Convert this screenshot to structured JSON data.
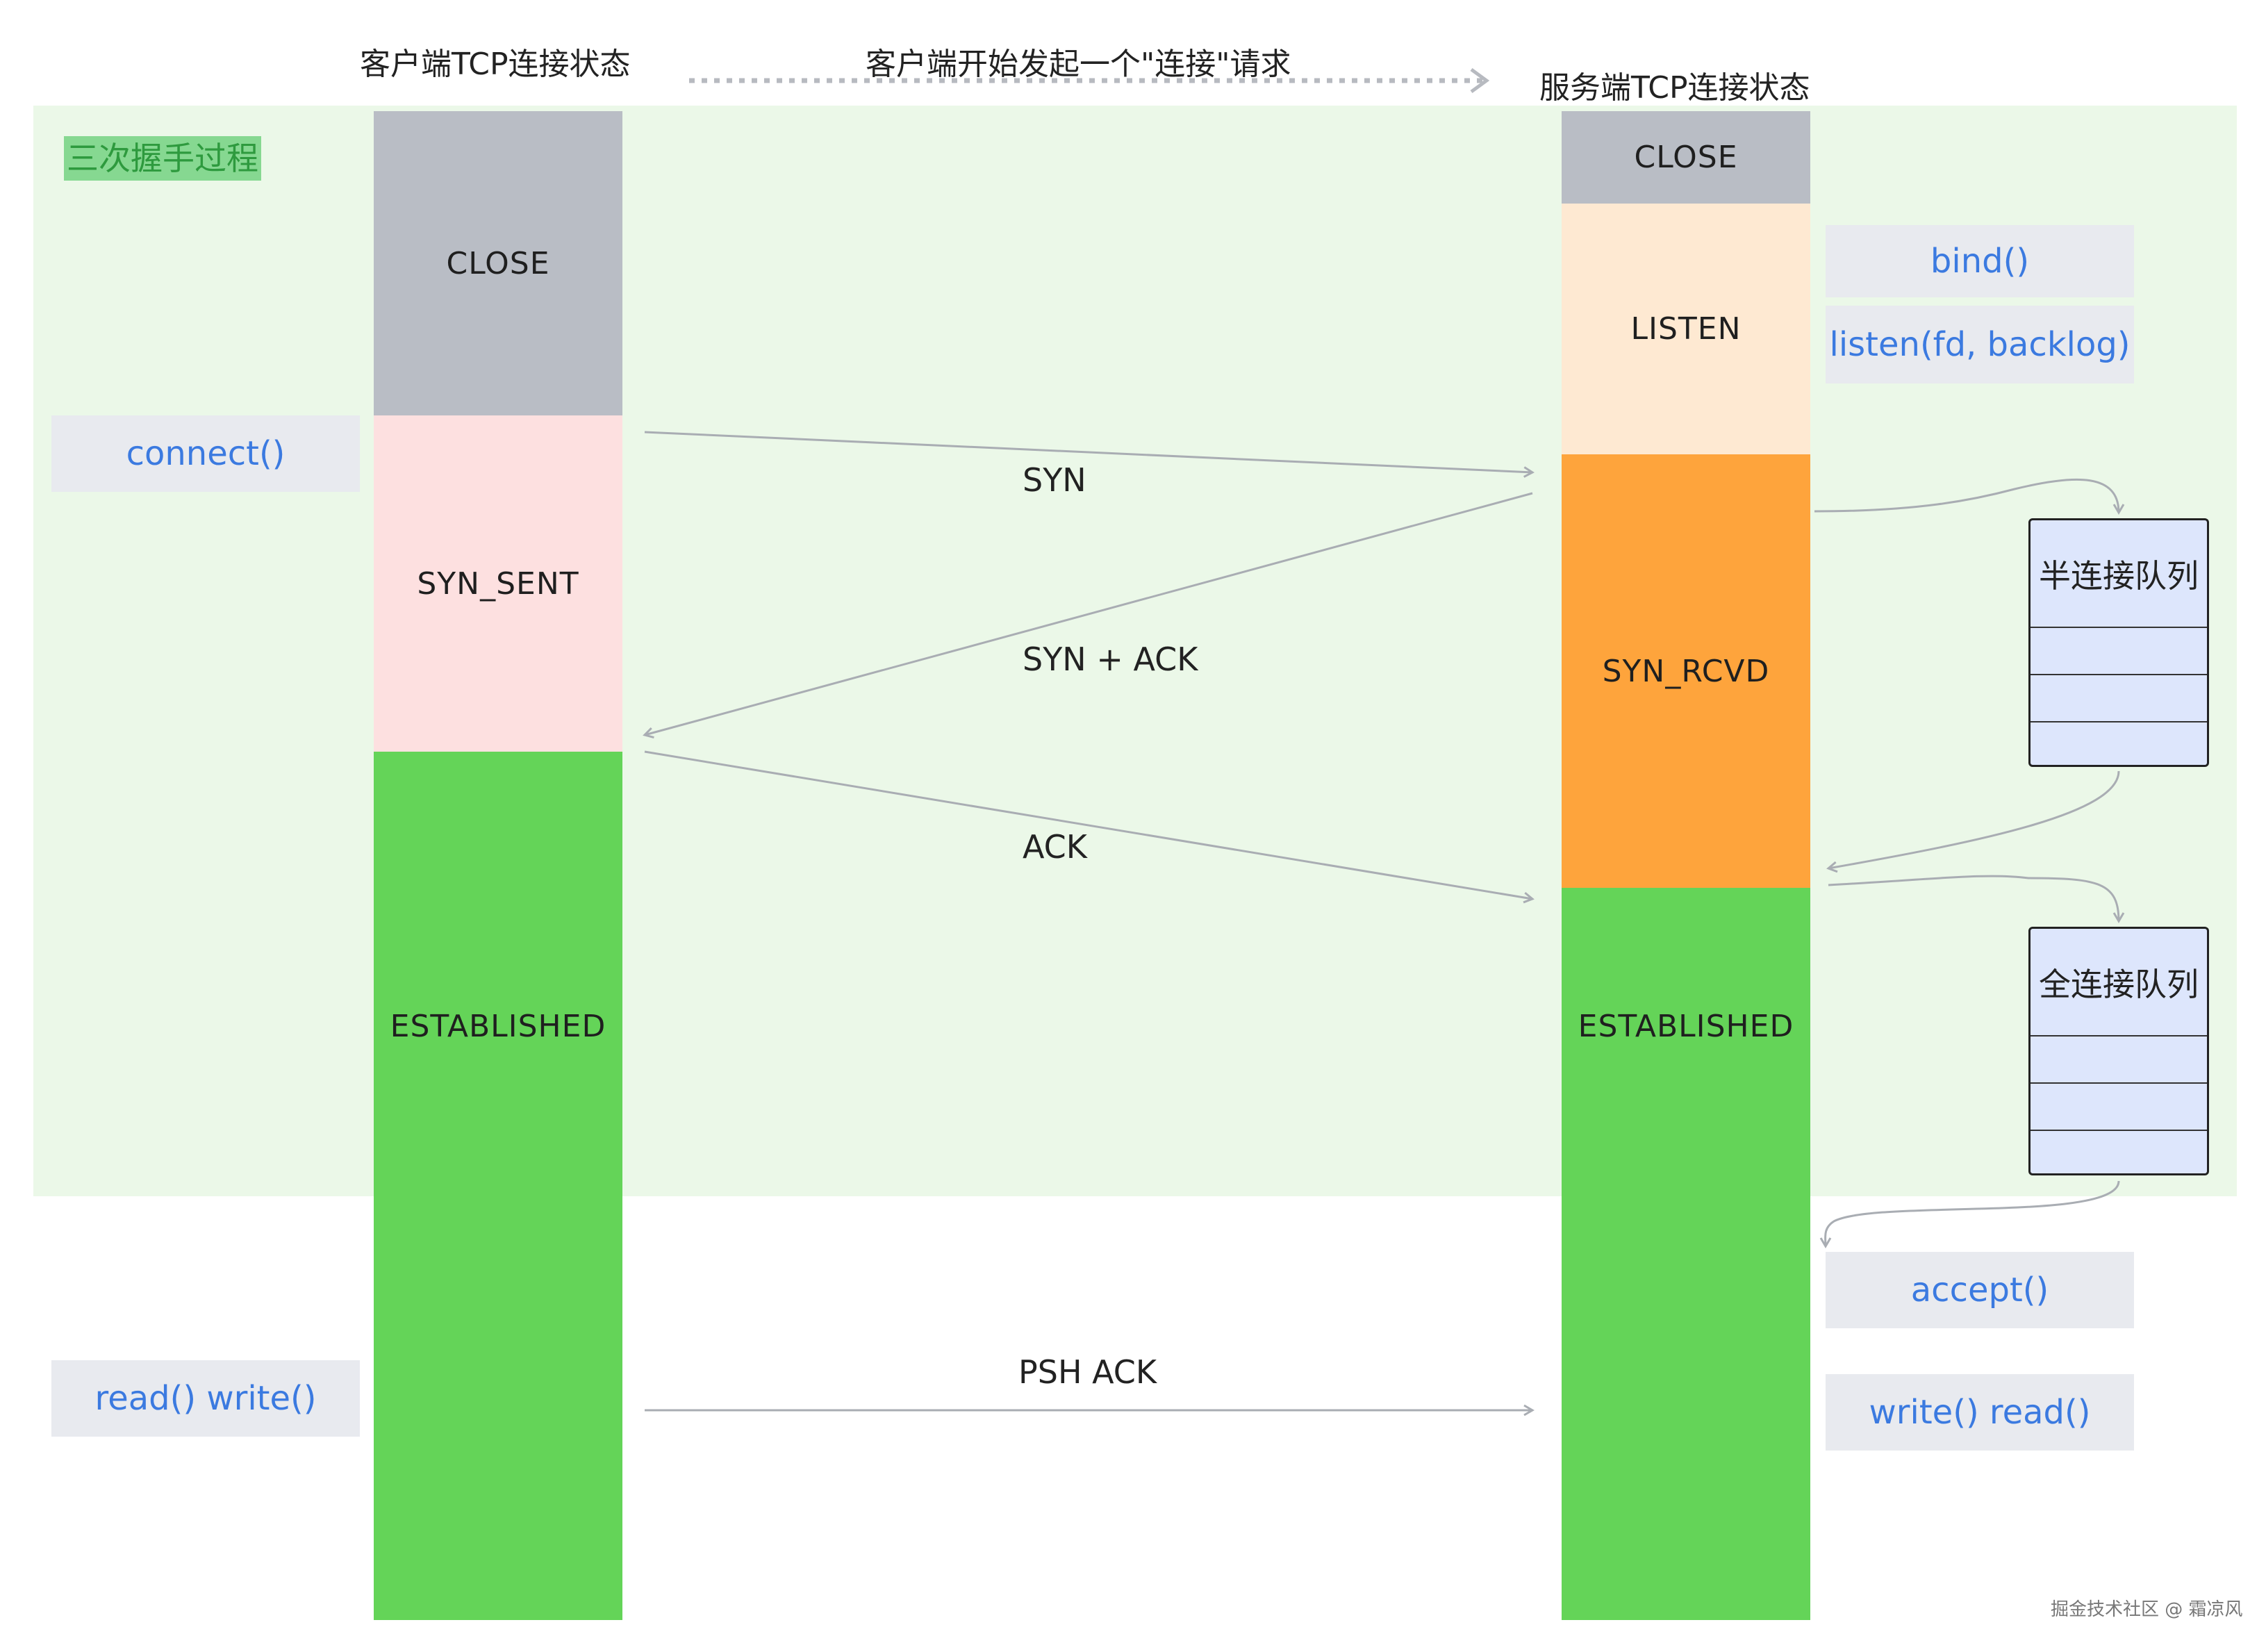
{
  "titles": {
    "client": "客户端TCP连接状态",
    "request": "客户端开始发起一个\"连接\"请求",
    "server": "服务端TCP连接状态"
  },
  "zone_label": "三次握手过程",
  "client_states": {
    "close": "CLOSE",
    "syn_sent": "SYN_SENT",
    "established": "ESTABLISHED"
  },
  "server_states": {
    "close": "CLOSE",
    "listen": "LISTEN",
    "syn_rcvd": "SYN_RCVD",
    "established": "ESTABLISHED"
  },
  "client_calls": {
    "connect": "connect()",
    "read_write": "read() write()"
  },
  "server_calls": {
    "bind": "bind()",
    "listen": "listen(fd, backlog)",
    "accept": "accept()",
    "write_read": "write() read()"
  },
  "messages": {
    "syn": "SYN",
    "syn_ack": "SYN + ACK",
    "ack": "ACK",
    "psh_ack": "PSH ACK"
  },
  "queues": {
    "half": "半连接队列",
    "full": "全连接队列"
  },
  "watermark": "掘金技术社区 @ 霜凉风",
  "colors": {
    "close": "#b9bdc5",
    "syn_sent": "#fde0e0",
    "established": "#64d458",
    "listen": "#fee9d2",
    "syn_rcvd": "#fea43c",
    "queue": "#dde6fc",
    "function_text": "#3b7ae0",
    "zone": "#ebf8e8"
  }
}
